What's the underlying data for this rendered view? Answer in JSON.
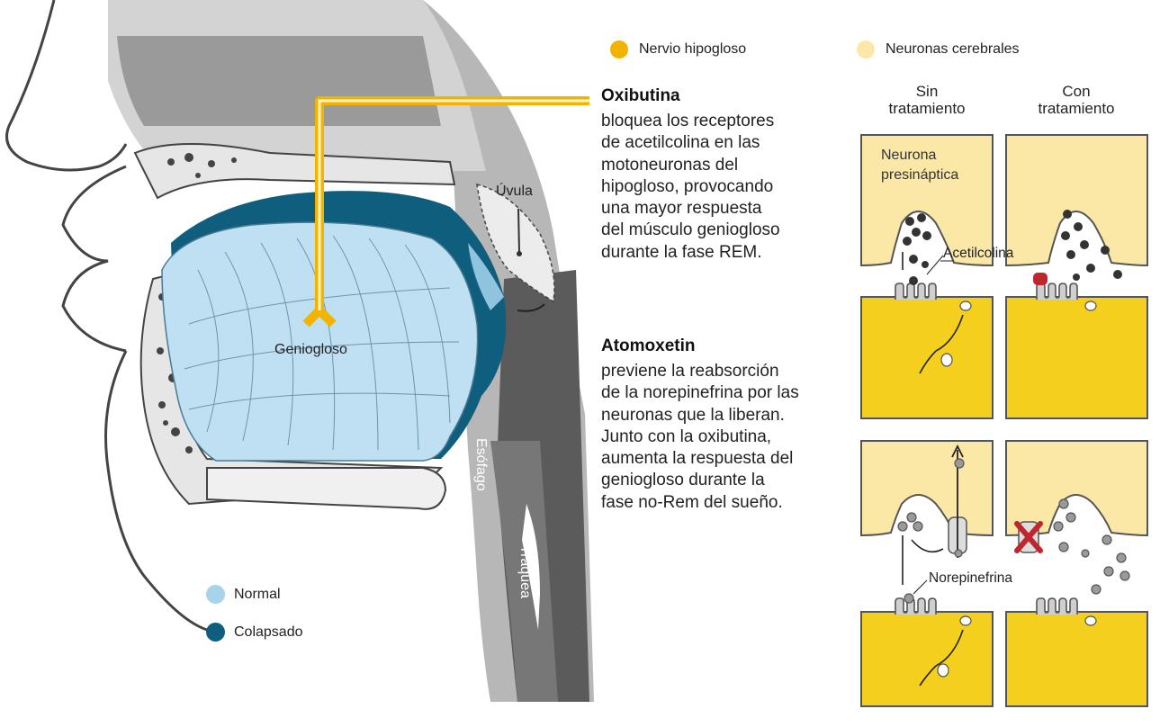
{
  "legend_top": [
    {
      "label": "Nervio hipogloso",
      "color": "#f2b400"
    },
    {
      "label": "Neuronas cerebrales",
      "color": "#fbe8a6"
    }
  ],
  "legend_bottom": [
    {
      "label": "Normal",
      "color": "#a7d3eb"
    },
    {
      "label": "Colapsado",
      "color": "#0f5e7e"
    }
  ],
  "anatomy_labels": {
    "uvula": "Úvula",
    "genioglossus": "Geniogloso",
    "esophagus": "Esófago",
    "trachea": "Tráquea"
  },
  "drugs": [
    {
      "title": "Oxibutina",
      "text": "bloquea los receptores\nde acetilcolina en las\nmotoneuronas del\nhipogloso, provocando\nuna mayor respuesta\ndel músculo geniogloso\ndurante la fase REM."
    },
    {
      "title": "Atomoxetin",
      "text": "previene la reabsorción\nde la norepinefrina por las\nneuronas que la liberan.\nJunto con la oxibutina,\naumenta la respuesta del\ngeniogloso durante la\nfase no-Rem del sueño."
    }
  ],
  "columns": {
    "without": "Sin\ntratamiento",
    "with": "Con\ntratamiento"
  },
  "synapse_labels": {
    "presynaptic": "Neurona\npresináptica",
    "acetylcholine": "Acetilcolina",
    "norepinephrine": "Norepinefrina"
  },
  "colors": {
    "hypoglossal": "#f2b400",
    "neuron_light": "#fbe8a6",
    "neuron_dark": "#f5cf1e",
    "normal": "#a7d3eb",
    "collapsed": "#0f5e7e"
  }
}
